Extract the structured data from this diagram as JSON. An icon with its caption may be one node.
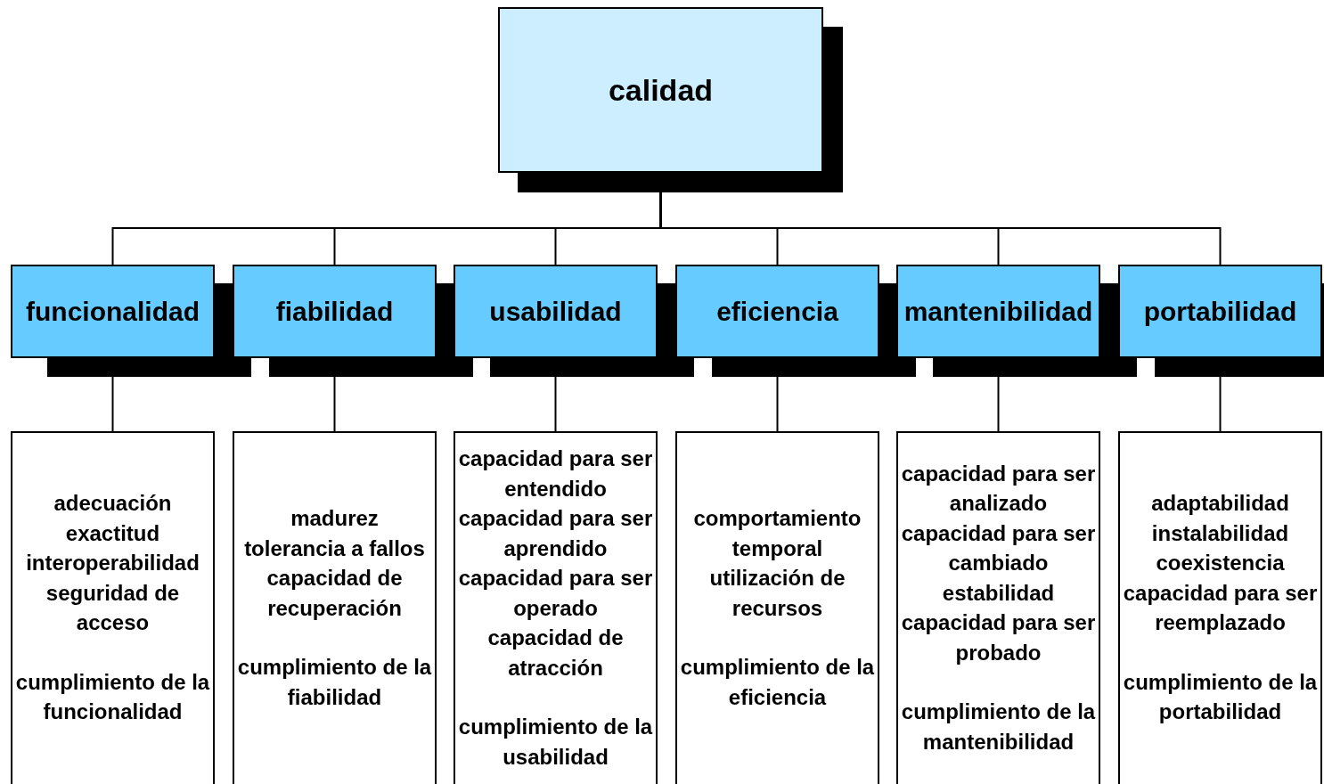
{
  "diagram": {
    "nodes": [
      {
        "text": [
          "calidad"
        ]
      },
      {
        "text": [
          "funcionalidad"
        ]
      },
      {
        "text": [
          "fiabilidad"
        ]
      },
      {
        "text": [
          "usabilidad"
        ]
      },
      {
        "text": [
          "eficiencia"
        ]
      },
      {
        "text": [
          "mantenibilidad"
        ]
      },
      {
        "text": [
          "portabilidad"
        ]
      },
      {
        "text": [
          "adecuación",
          "exactitud",
          "interoperabilidad",
          "seguridad de acceso",
          "cumplimiento de la funcionalidad"
        ]
      },
      {
        "text": [
          "madurez",
          "tolerancia a fallos",
          "capacidad de recuperación",
          "cumplimiento de la fiabilidad"
        ]
      },
      {
        "text": [
          "capacidad para ser entendido",
          "capacidad para ser aprendido",
          "capacidad para ser operado",
          "capacidad de atracción",
          "cumplimiento de la usabilidad"
        ]
      },
      {
        "text": [
          "comportamiento temporal",
          "utilización de recursos",
          "cumplimiento de la eficiencia"
        ]
      },
      {
        "text": [
          "capacidad para ser analizado",
          "capacidad para ser cambiado",
          "estabilidad",
          "capacidad para ser probado",
          "cumplimiento de la mantenibilidad"
        ]
      },
      {
        "text": [
          "adaptabilidad",
          "instalabilidad",
          "coexistencia",
          "capacidad para ser reemplazado",
          "cumplimiento de la portabilidad"
        ]
      }
    ],
    "edges": [
      {
        "from": 0,
        "to": 1,
        "arrow": "none"
      },
      {
        "from": 0,
        "to": 2,
        "arrow": "none"
      },
      {
        "from": 0,
        "to": 3,
        "arrow": "none"
      },
      {
        "from": 0,
        "to": 4,
        "arrow": "none"
      },
      {
        "from": 0,
        "to": 5,
        "arrow": "none"
      },
      {
        "from": 0,
        "to": 6,
        "arrow": "none"
      },
      {
        "from": 1,
        "to": 7,
        "arrow": "none"
      },
      {
        "from": 2,
        "to": 8,
        "arrow": "none"
      },
      {
        "from": 3,
        "to": 9,
        "arrow": "none"
      },
      {
        "from": 4,
        "to": 10,
        "arrow": "none"
      },
      {
        "from": 5,
        "to": 11,
        "arrow": "none"
      },
      {
        "from": 6,
        "to": 12,
        "arrow": "none"
      }
    ]
  }
}
